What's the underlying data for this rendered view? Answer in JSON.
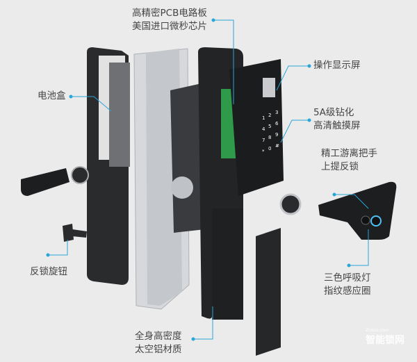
{
  "labels": {
    "pcb": [
      "高精密PCB电路板",
      "美国进口微秒芯片"
    ],
    "display": [
      "操作显示屏"
    ],
    "touch": [
      "5A级钻化",
      "高清触摸屏"
    ],
    "handle": [
      "精工游离把手",
      "上提反锁"
    ],
    "battery": [
      "电池盒"
    ],
    "knob": [
      "反锁旋钮"
    ],
    "fingerprint": [
      "三色呼吸灯",
      "指纹感应圈"
    ],
    "body": [
      "全身高密度",
      "太空铝材质"
    ]
  },
  "watermark": {
    "url": "Znsuo.com",
    "name": "智能锁网"
  },
  "colors": {
    "accent": "#2aa6d8",
    "panel": "#2a2b2d",
    "metal": "#c9ccd0",
    "pcb": "#2e9a4a",
    "background": "#ebebeb"
  }
}
